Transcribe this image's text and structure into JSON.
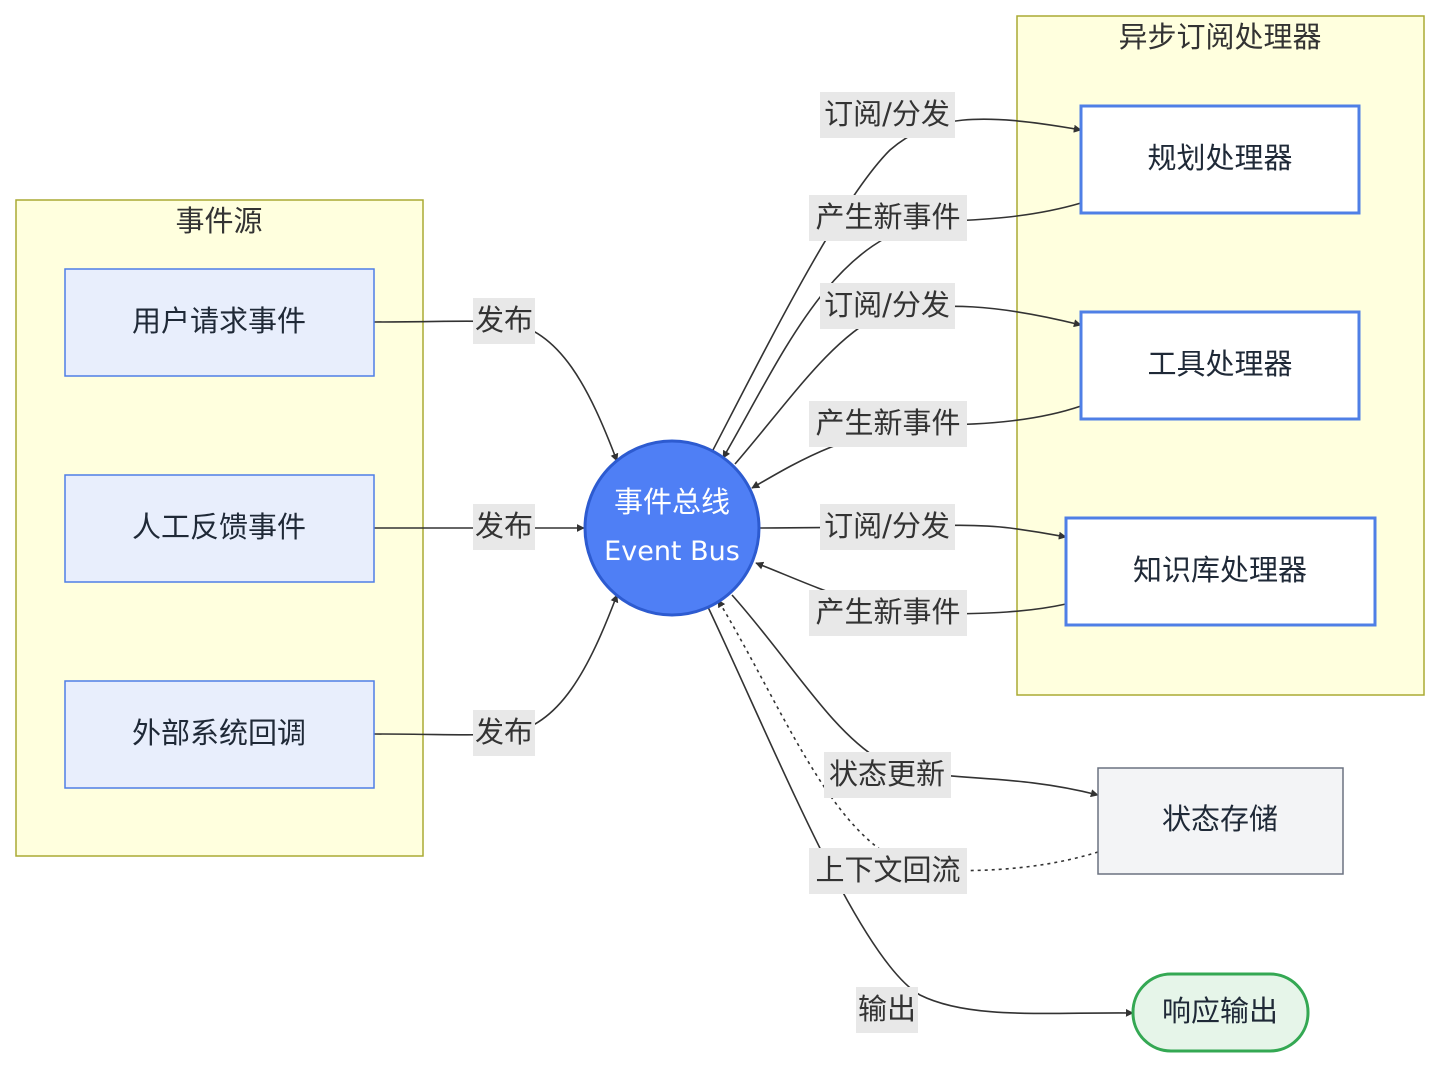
{
  "clusters": {
    "source": {
      "title": "事件源"
    },
    "handlers": {
      "title": "异步订阅处理器"
    }
  },
  "nodes": {
    "user_request": "用户请求事件",
    "human_feedback": "人工反馈事件",
    "external_callback": "外部系统回调",
    "bus_line1": "事件总线",
    "bus_line2": "Event Bus",
    "planning": "规划处理器",
    "tool": "工具处理器",
    "knowledge": "知识库处理器",
    "state_store": "状态存储",
    "response": "响应输出"
  },
  "edge_labels": {
    "publish_1": "发布",
    "publish_2": "发布",
    "publish_3": "发布",
    "subscribe_planning": "订阅/分发",
    "new_event_planning": "产生新事件",
    "subscribe_tool": "订阅/分发",
    "new_event_tool": "产生新事件",
    "subscribe_knowledge": "订阅/分发",
    "new_event_knowledge": "产生新事件",
    "state_update": "状态更新",
    "context_return": "上下文回流",
    "output": "输出"
  },
  "colors": {
    "cluster_fill": "#ffffde",
    "cluster_stroke": "#aaaa33",
    "source_node_fill": "#e8eefc",
    "source_node_stroke": "#4f7fe6",
    "bus_fill": "#4f7ff5",
    "bus_stroke": "#2d5bd0",
    "handler_stroke": "#4f7fe6",
    "state_fill": "#f3f4f6",
    "state_stroke": "#6b7280",
    "response_fill": "#e6f5e9",
    "response_stroke": "#34a853"
  }
}
